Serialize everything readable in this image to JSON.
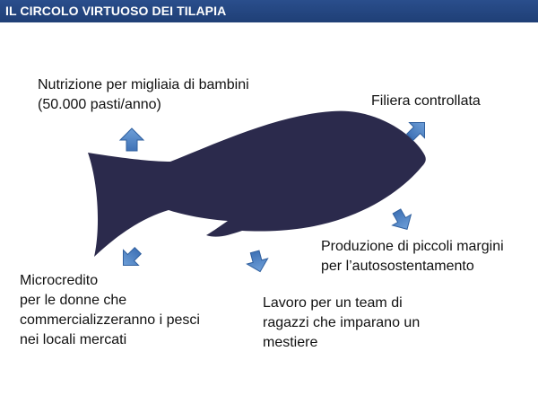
{
  "header": {
    "title": "IL CIRCOLO VIRTUOSO DEI TILAPIA"
  },
  "colors": {
    "header_bg": "#1f3f76",
    "fish_fill": "#2b2a4c",
    "arrow_fill": "#4a7fc1",
    "arrow_stroke": "#2f5f9e"
  },
  "icons": {
    "fish": "fish-silhouette-icon",
    "arrow": "block-arrow-icon"
  },
  "labels": {
    "nutrizione": [
      "Nutrizione per migliaia di bambini",
      "(50.000 pasti/anno)"
    ],
    "filiera": [
      "Filiera controllata"
    ],
    "produzione": [
      "Produzione di piccoli margini",
      "per l’autosostentamento"
    ],
    "microcredito": [
      "Microcredito",
      "per le donne che",
      "commercializzeranno i pesci",
      "nei locali mercati"
    ],
    "lavoro": [
      "Lavoro per un team di",
      "ragazzi che imparano un",
      "mestiere"
    ]
  }
}
